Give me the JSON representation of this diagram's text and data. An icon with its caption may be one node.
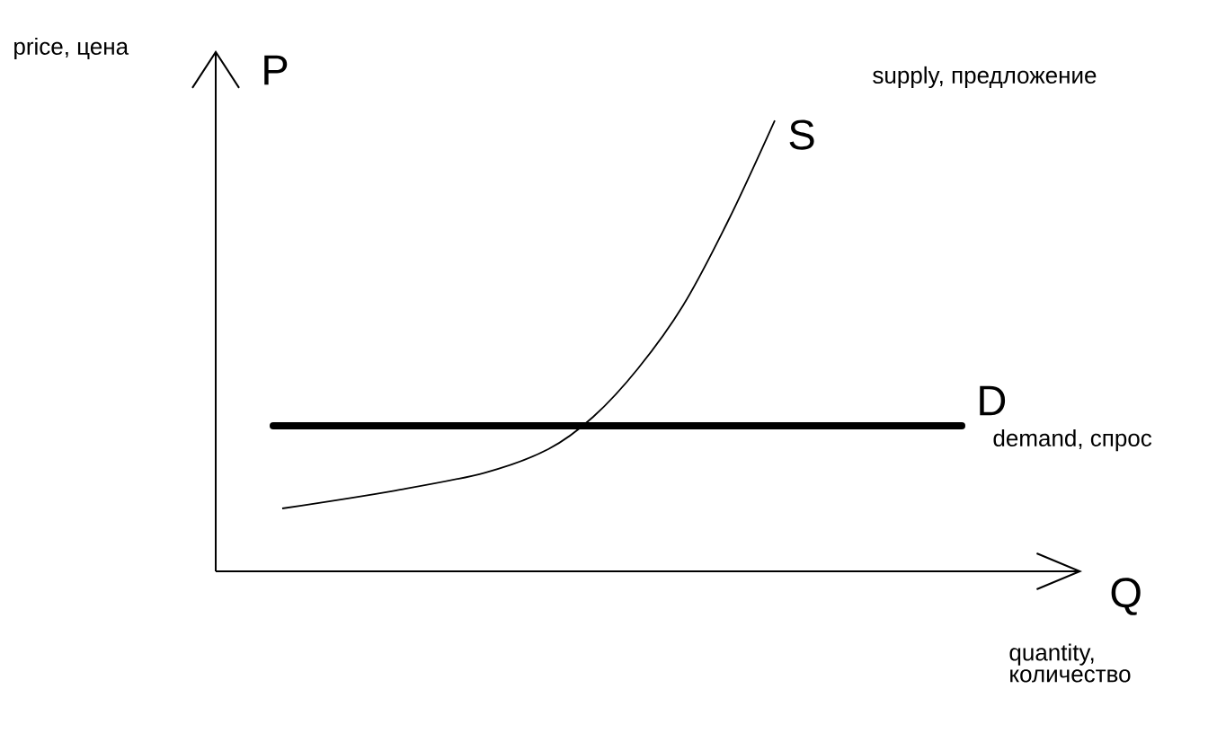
{
  "diagram": {
    "labels": [
      "price, цена",
      "P",
      "supply, предложение",
      "S",
      "D",
      "demand, спрос",
      "Q",
      "quantity, количество"
    ]
  }
}
